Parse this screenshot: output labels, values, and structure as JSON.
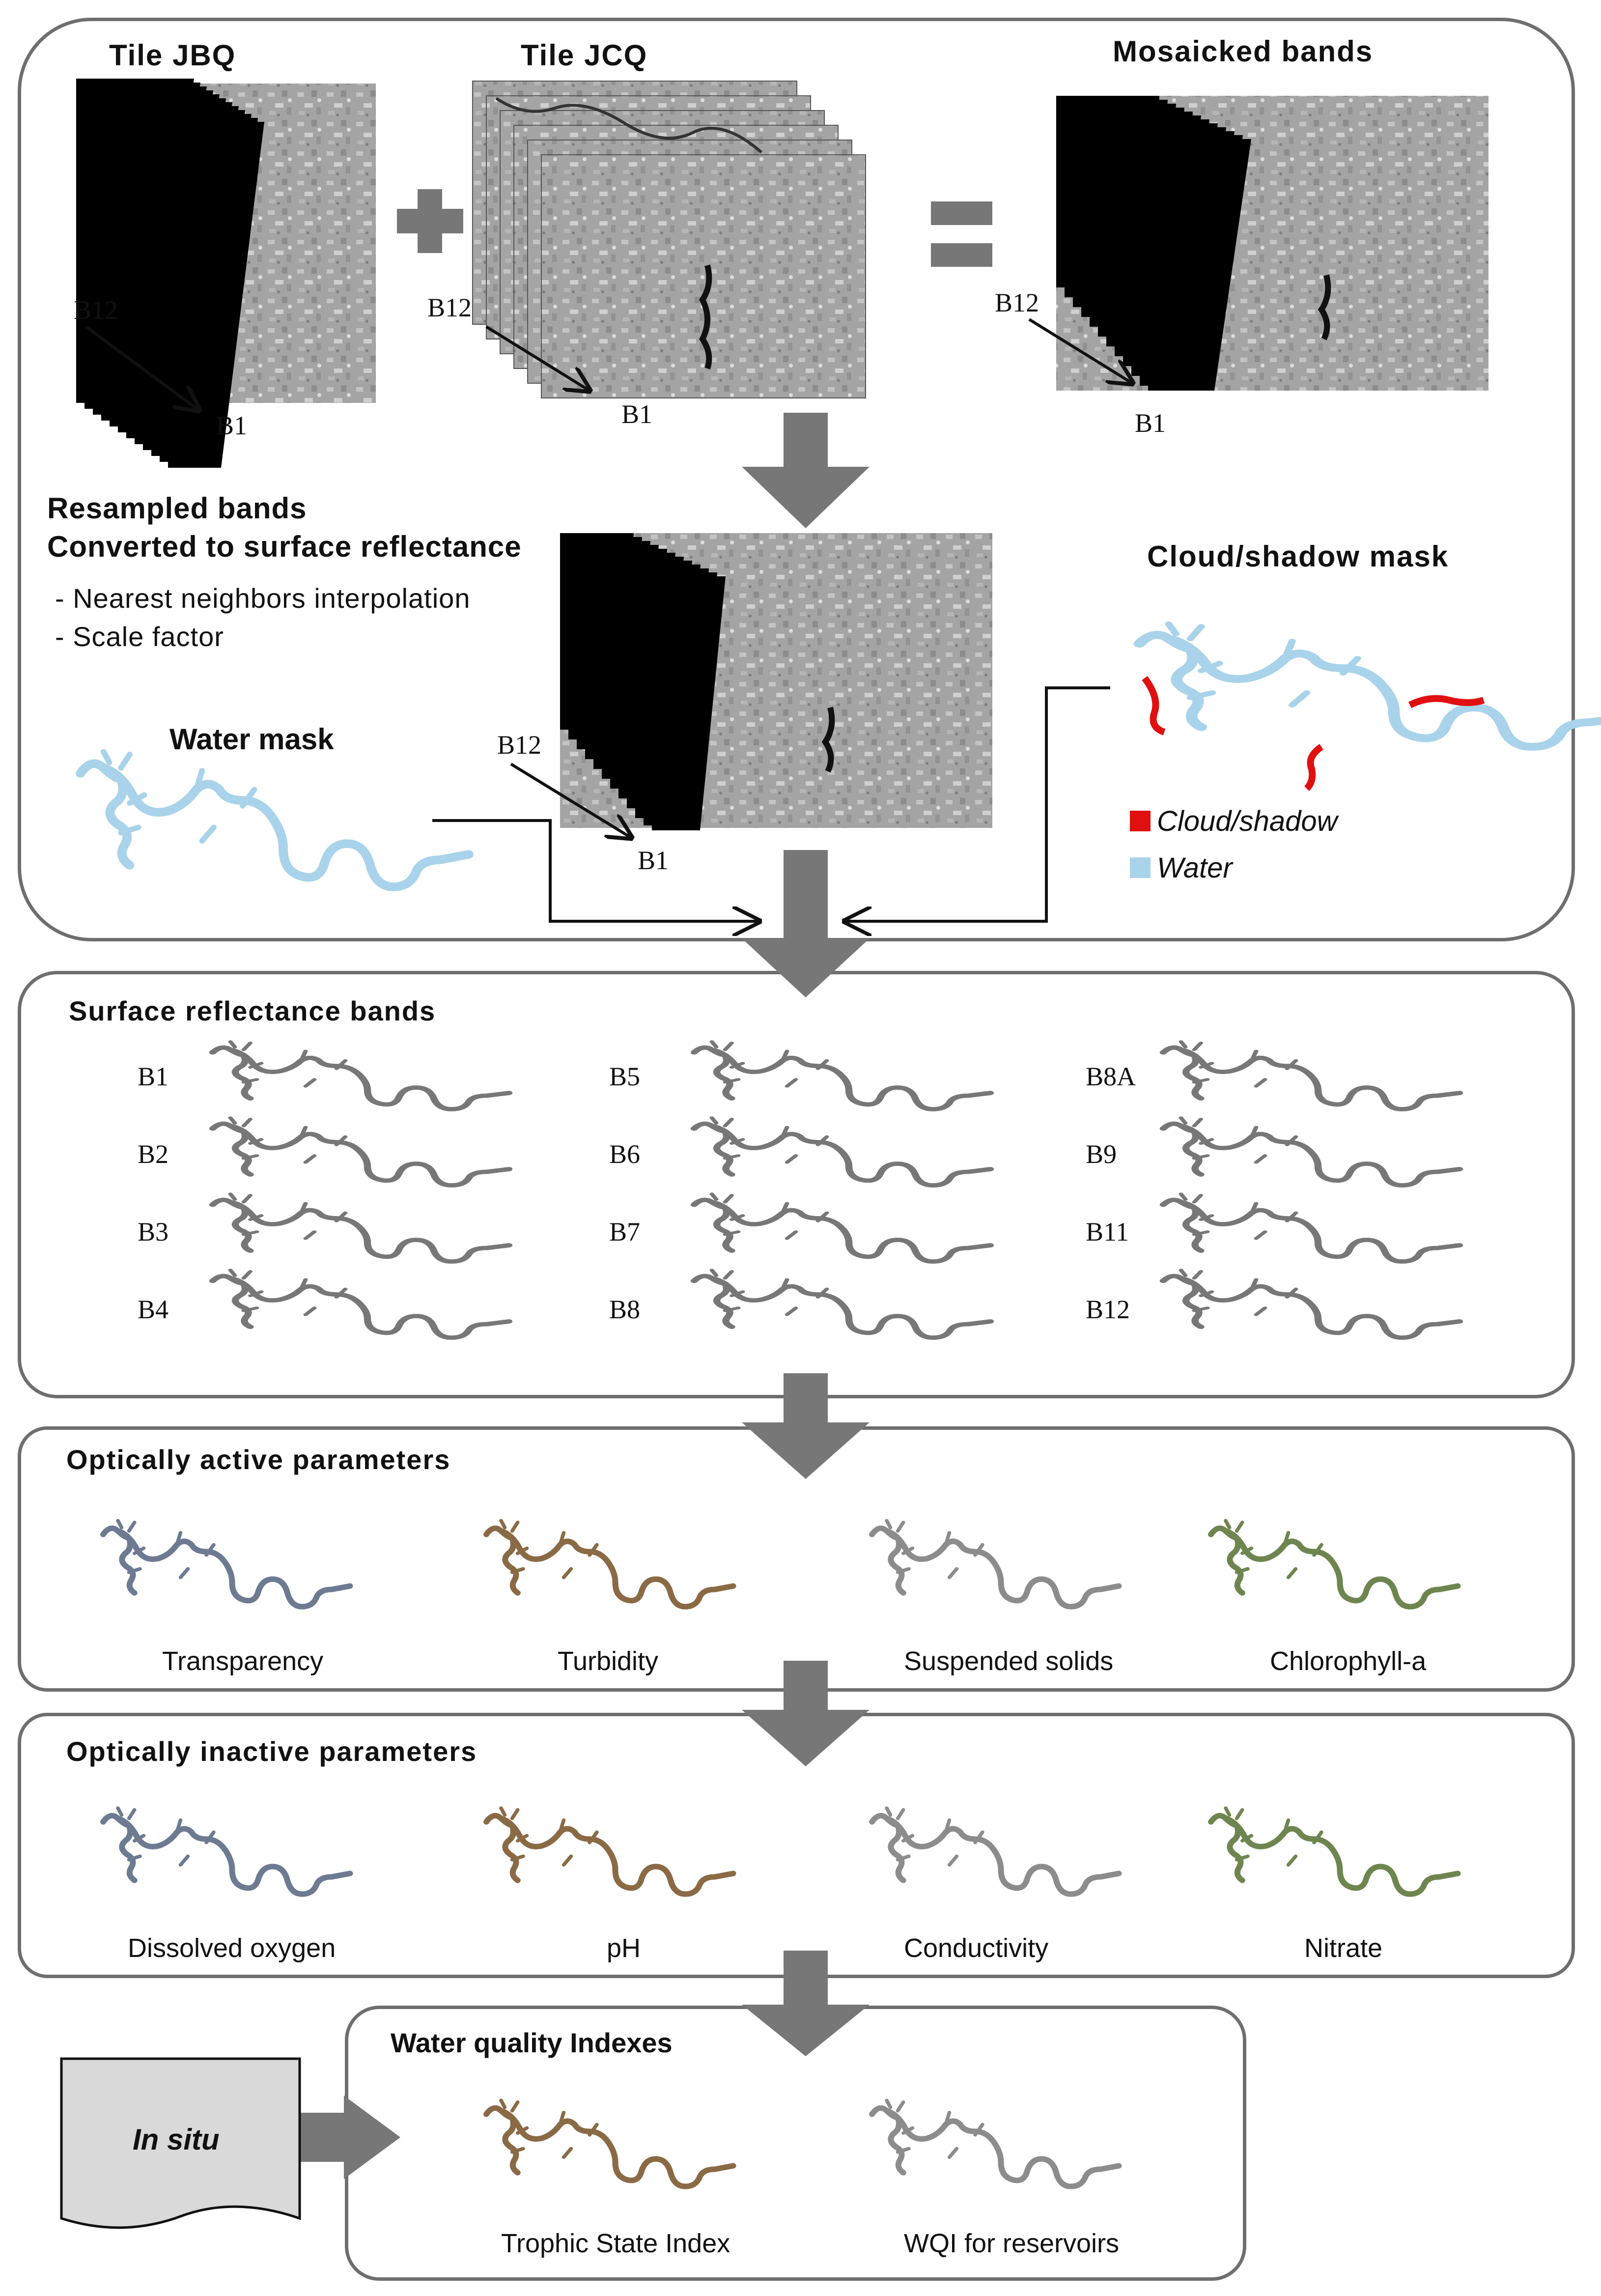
{
  "top": {
    "tile_jbq": "Tile JBQ",
    "tile_jcq": "Tile JCQ",
    "mosaicked": "Mosaicked bands",
    "resampled_title": "Resampled bands",
    "converted_title": "Converted to surface reflectance",
    "bullet1": "- Nearest neighbors interpolation",
    "bullet2": "- Scale factor",
    "water_mask": "Water mask",
    "cloud_mask": "Cloud/shadow mask",
    "legend_cloud": "Cloud/shadow",
    "legend_water": "Water",
    "b12": "B12",
    "b1": "B1"
  },
  "surface": {
    "title": "Surface reflectance bands",
    "bands": [
      "B1",
      "B2",
      "B3",
      "B4",
      "B5",
      "B6",
      "B7",
      "B8",
      "B8A",
      "B9",
      "B11",
      "B12"
    ]
  },
  "active": {
    "title": "Optically active parameters",
    "items": [
      "Transparency",
      "Turbidity",
      "Suspended solids",
      "Chlorophyll-a"
    ]
  },
  "inactive": {
    "title": "Optically inactive parameters",
    "items": [
      "Dissolved oxygen",
      "pH",
      "Conductivity",
      "Nitrate"
    ]
  },
  "indexes": {
    "title": "Water quality Indexes",
    "in_situ": "In situ",
    "items": [
      "Trophic State Index",
      "WQI for reservoirs"
    ]
  },
  "colors": {
    "border": "#6e6e6e",
    "arrow": "#777777",
    "cloud": "#e01010",
    "water": "#a9d3ea",
    "blue_gray": "#6d7a92",
    "brown": "#8a6a45",
    "gray": "#8c8c8c",
    "green": "#6f8550"
  }
}
